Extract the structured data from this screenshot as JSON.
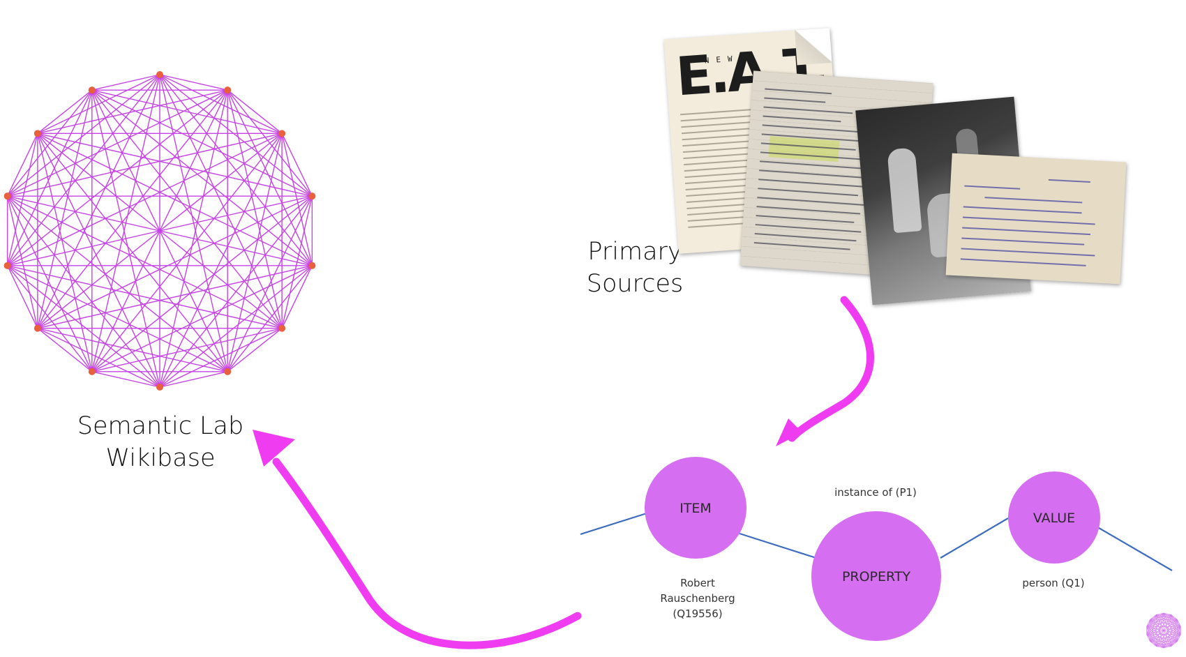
{
  "wikibase_label": [
    "Semantic Lab",
    "Wikibase"
  ],
  "sources_label": [
    "Primary",
    "Sources"
  ],
  "newsletter_masthead": "E.A.T.",
  "newsletter_sub": "NEWS",
  "nodes": {
    "item": "ITEM",
    "property": "PROPERTY",
    "value": "VALUE"
  },
  "labels": {
    "item_example": [
      "Robert",
      "Rauschenberg",
      "(Q19556)"
    ],
    "property_example": "instance of (P1)",
    "value_example": "person (Q1)"
  },
  "colors": {
    "magenta_arrow": "#f03cf0",
    "node_fill": "#d66ef2",
    "graph_line": "#c642e6",
    "graph_dot": "#e8603c",
    "connector_line": "#3b6cc0"
  },
  "icons": {
    "wikibase_graph": "complete-graph-icon",
    "corner_logo": "semantic-lab-logo-icon"
  }
}
